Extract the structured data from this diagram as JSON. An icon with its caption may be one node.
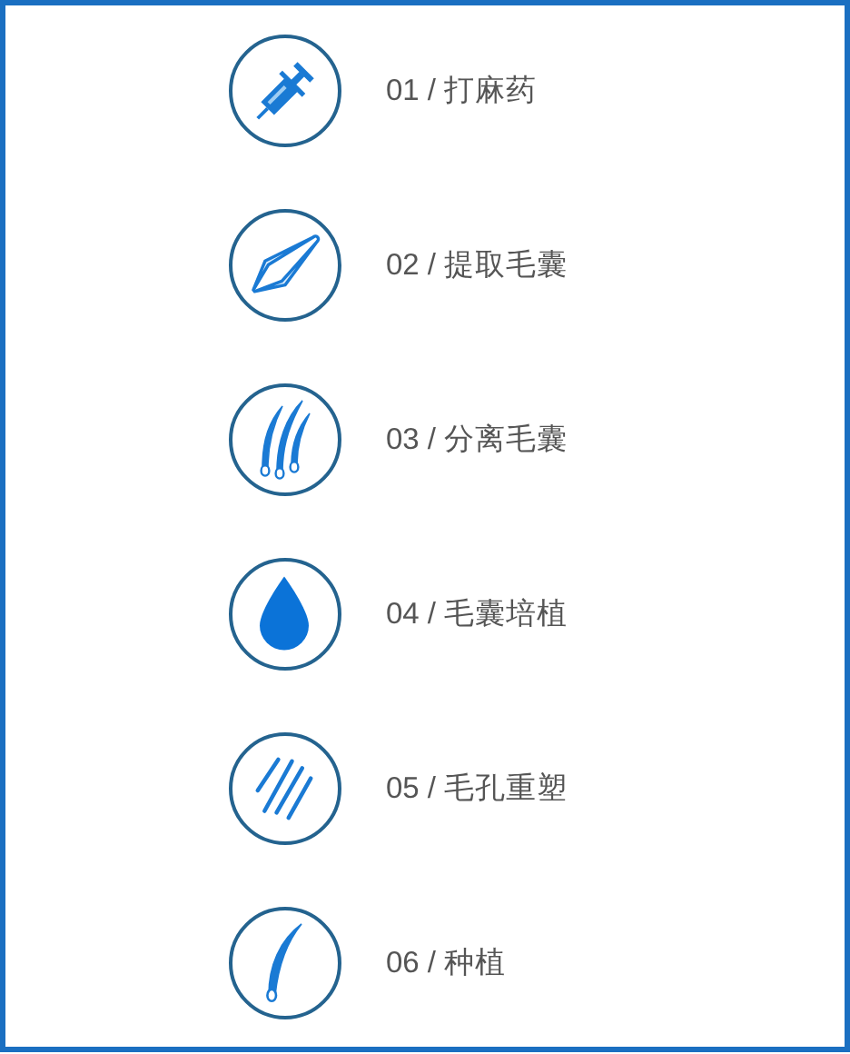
{
  "diagram": {
    "nodes": [
      {
        "text": [],
        "shape": "circle",
        "beside": [
          "01 / 打麻药"
        ]
      },
      {
        "text": [],
        "shape": "circle",
        "beside": [
          "02 / 提取毛囊"
        ]
      },
      {
        "text": [],
        "shape": "circle",
        "beside": [
          "03 / 分离毛囊"
        ]
      },
      {
        "text": [],
        "shape": "circle",
        "beside": [
          "04 / 毛囊培植"
        ]
      },
      {
        "text": [],
        "shape": "circle",
        "beside": [
          "05 / 毛孔重塑"
        ]
      },
      {
        "text": [],
        "shape": "circle",
        "beside": [
          "06 / 种植"
        ]
      }
    ]
  }
}
